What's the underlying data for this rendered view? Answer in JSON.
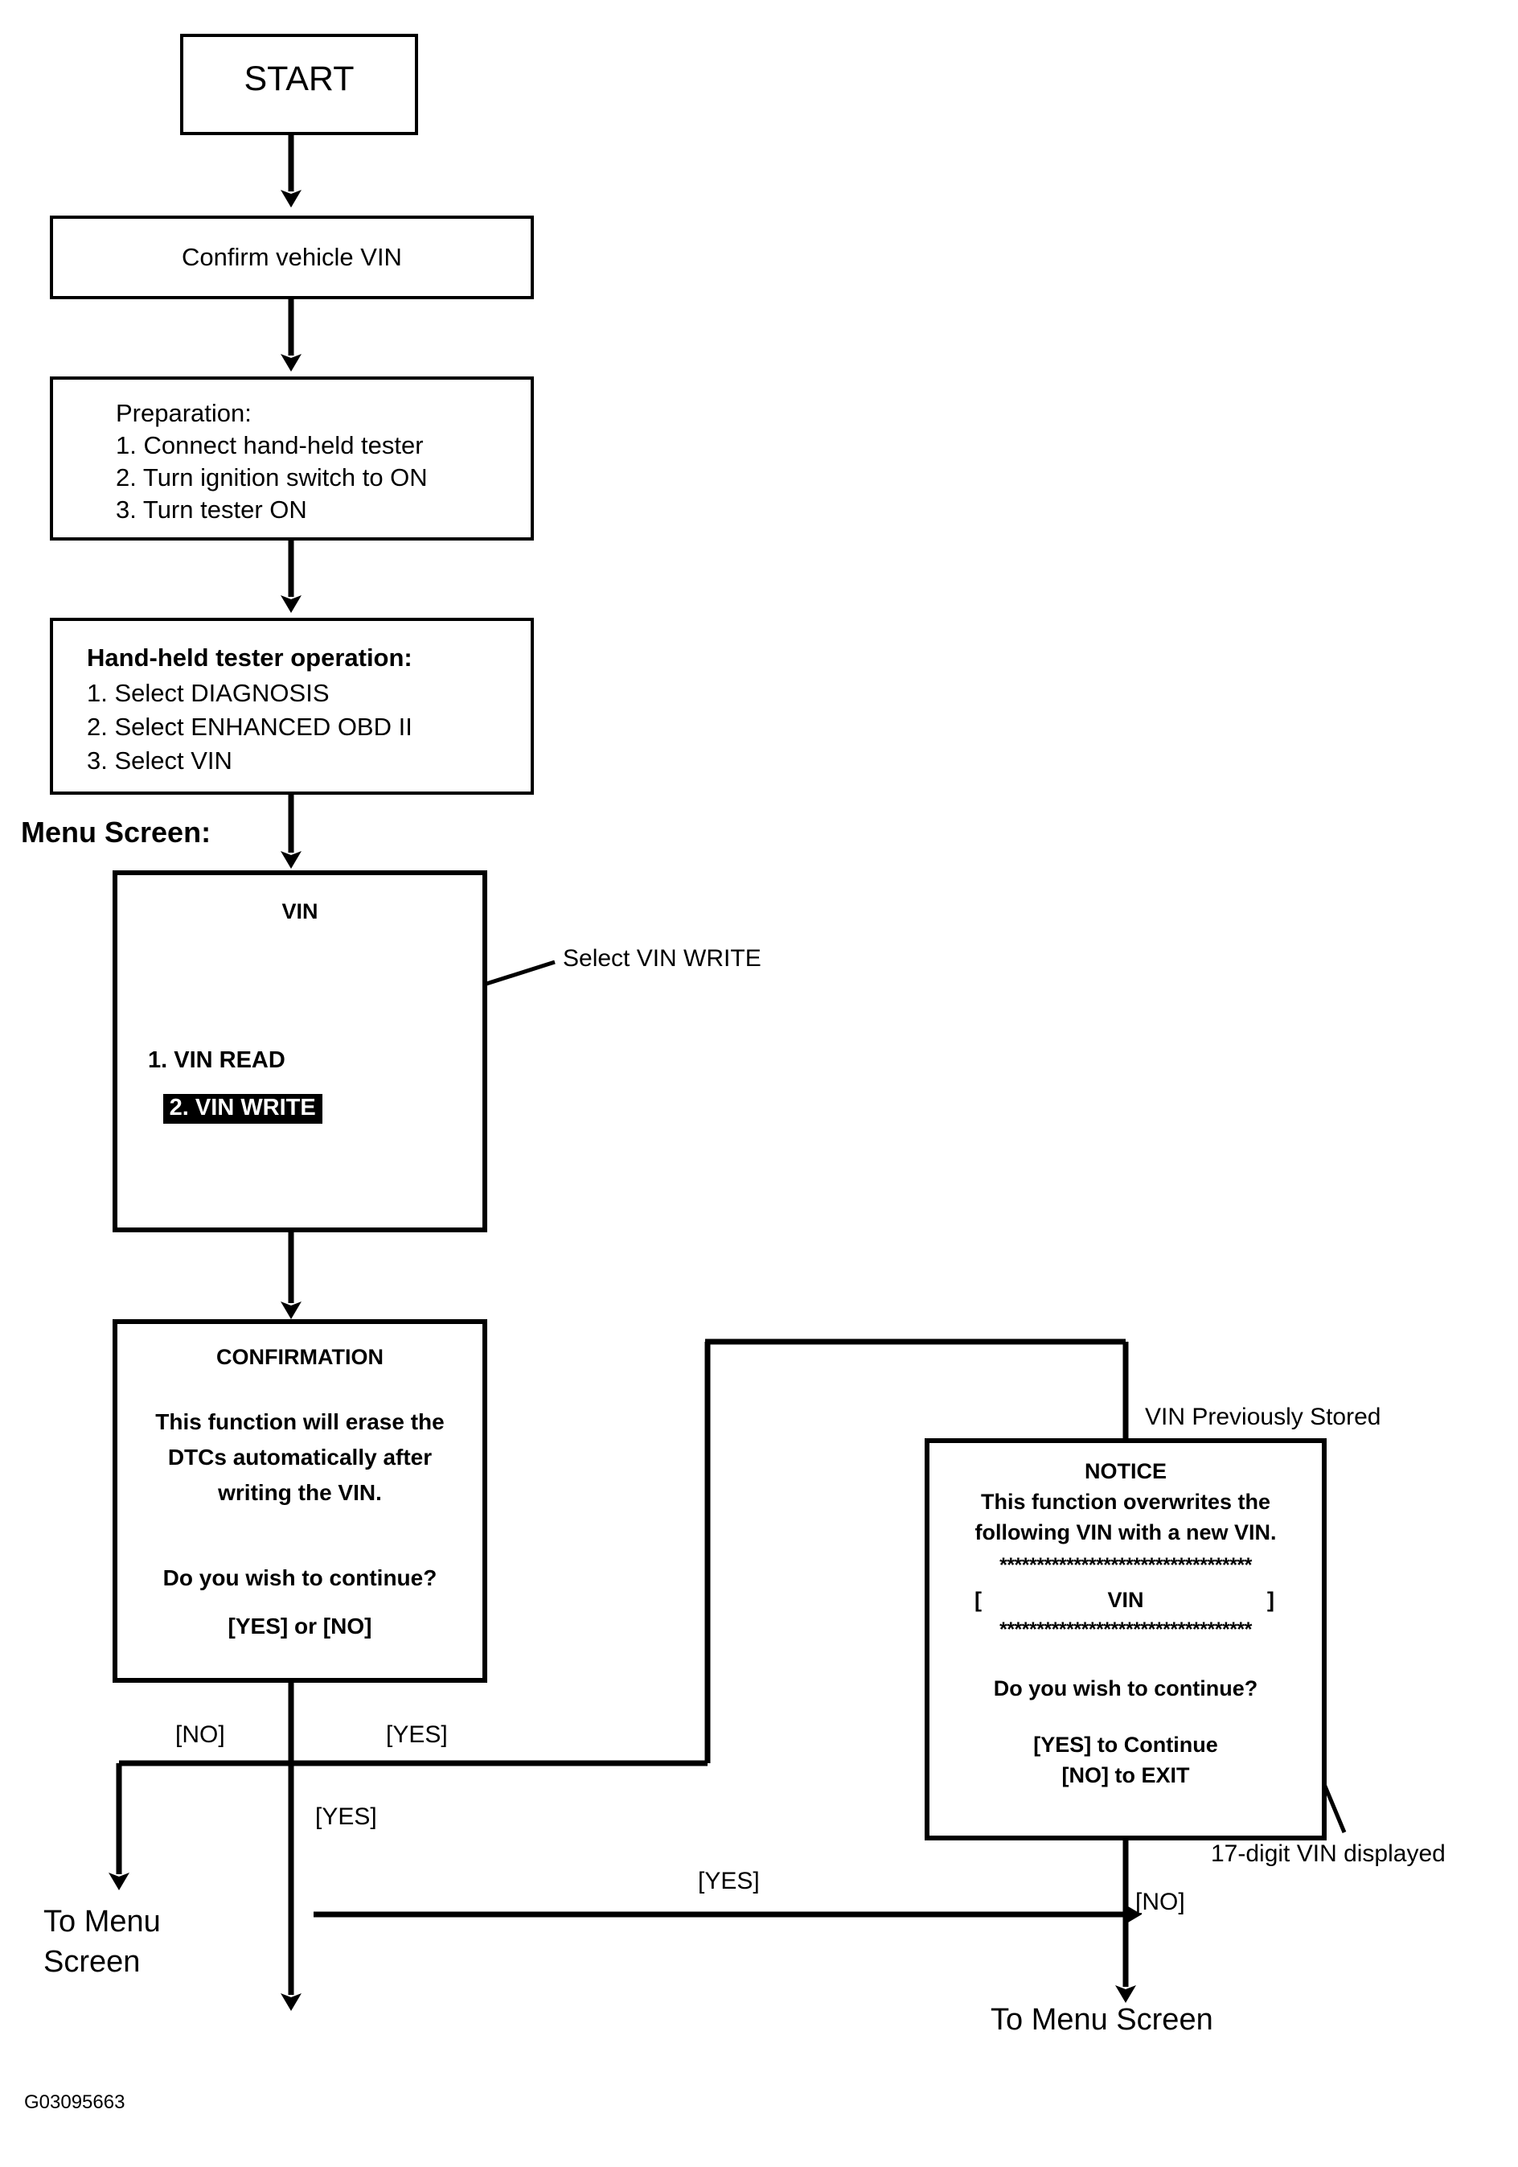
{
  "figure": {
    "id_label": "G03095663",
    "title_note": "Menu Screen:"
  },
  "nodes": {
    "start": {
      "label": "START"
    },
    "confirm_vin": {
      "label": "Confirm vehicle VIN"
    },
    "preparation": {
      "heading": "Preparation:",
      "steps": [
        "1. Connect hand-held tester",
        "2. Turn ignition switch to ON",
        "3. Turn tester ON"
      ]
    },
    "tester_operation": {
      "heading": "Hand-held tester operation:",
      "steps": [
        "1. Select DIAGNOSIS",
        "2. Select ENHANCED OBD II",
        "3. Select VIN"
      ]
    },
    "vin_menu": {
      "screen_title": "VIN",
      "items": [
        {
          "label": "1. VIN READ",
          "selected": false
        },
        {
          "label": "2. VIN WRITE",
          "selected": true
        }
      ]
    },
    "confirmation": {
      "screen_title": "CONFIRMATION",
      "message_lines": [
        "This function will erase the",
        "DTCs automatically after",
        "writing the VIN."
      ],
      "question": "Do you wish to continue?",
      "choices": "[YES] or [NO]"
    },
    "notice": {
      "screen_title": "NOTICE",
      "message_lines": [
        "This function overwrites the",
        "following VIN with a new VIN."
      ],
      "separator_top": "**********************************",
      "vin_field_open": "[",
      "vin_field_label": "VIN",
      "vin_field_close": "]",
      "separator_bottom": "**********************************",
      "question": "Do you wish to continue?",
      "choice_yes": "[YES] to Continue",
      "choice_no": "[NO] to EXIT"
    }
  },
  "terminals": {
    "to_menu_screen_left_line1": "To Menu",
    "to_menu_screen_left_line2": "Screen",
    "to_menu_screen_right": "To Menu Screen"
  },
  "annotations": {
    "select_vin_write": "Select VIN WRITE",
    "vin_previously_stored": "VIN Previously Stored",
    "seventeen_digit_vin": "17-digit VIN displayed"
  },
  "edge_labels": {
    "confirmation_no": "[NO]",
    "confirmation_yes": "[YES]",
    "confirmation_yes_down": "[YES]",
    "notice_yes": "[YES]",
    "notice_no": "[NO]"
  },
  "colors": {
    "ink": "#000000",
    "paper": "#ffffff",
    "highlight_bg": "#000000",
    "highlight_fg": "#ffffff"
  }
}
